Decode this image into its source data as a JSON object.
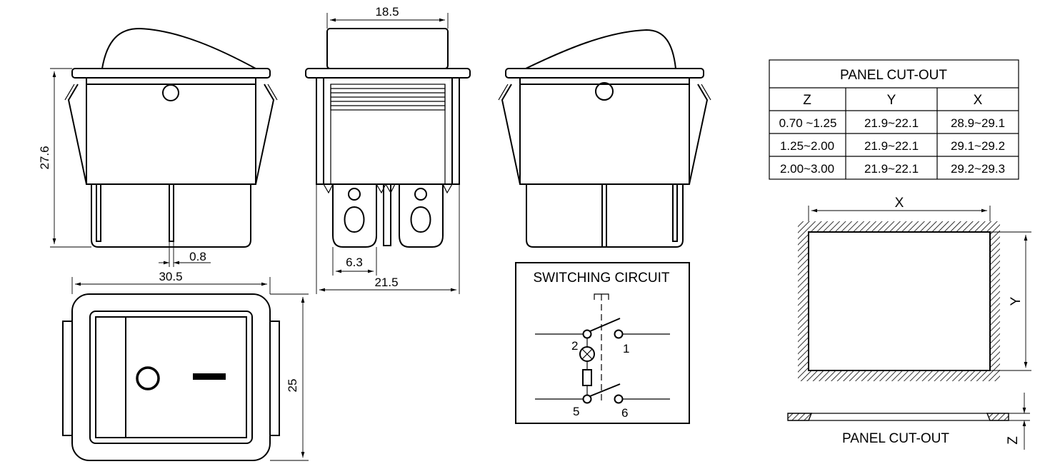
{
  "front_view": {
    "height_dim": "27.6",
    "width_dim": "30.5",
    "pin_dim": "0.8"
  },
  "side_view": {
    "top_dim": "18.5",
    "terminal_dim": "6.3",
    "width_dim": "21.5"
  },
  "bottom_view": {
    "height_dim": "25"
  },
  "switching_circuit": {
    "title": "SWITCHING CIRCUIT",
    "terminals": [
      "2",
      "1",
      "5",
      "6"
    ]
  },
  "cutout_table": {
    "title": "PANEL CUT-OUT",
    "headers": [
      "Z",
      "Y",
      "X"
    ],
    "rows": [
      [
        "0.70 ~1.25",
        "21.9~22.1",
        "28.9~29.1"
      ],
      [
        "1.25~2.00",
        "21.9~22.1",
        "29.1~29.2"
      ],
      [
        "2.00~3.00",
        "21.9~22.1",
        "29.2~29.3"
      ]
    ]
  },
  "cutout_drawing": {
    "x_label": "X",
    "y_label": "Y",
    "z_label": "Z",
    "caption": "PANEL CUT-OUT"
  }
}
